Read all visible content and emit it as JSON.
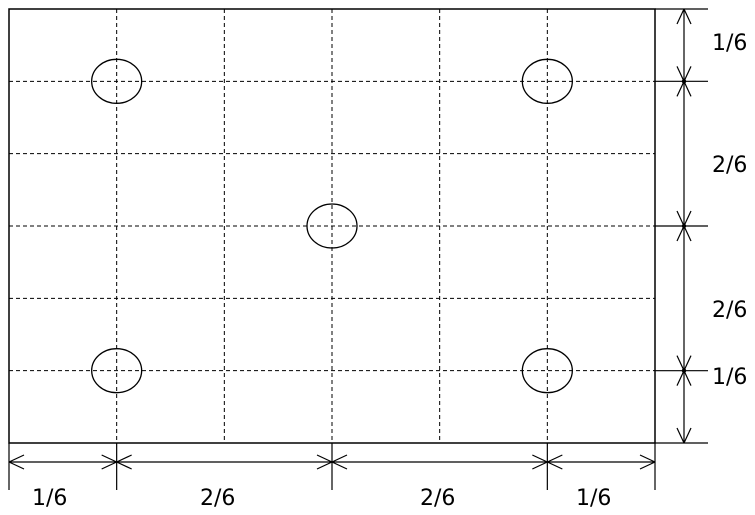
{
  "dimensions": {
    "right": [
      "1/6",
      "2/6",
      "2/6",
      "1/6"
    ],
    "bottom": [
      "1/6",
      "2/6",
      "2/6",
      "1/6"
    ]
  },
  "grid": {
    "columns": 6,
    "rows": 6,
    "line_style": "dashed"
  },
  "holes": [
    {
      "col": 1,
      "row": 1
    },
    {
      "col": 5,
      "row": 1
    },
    {
      "col": 3,
      "row": 3
    },
    {
      "col": 1,
      "row": 5
    },
    {
      "col": 5,
      "row": 5
    }
  ]
}
